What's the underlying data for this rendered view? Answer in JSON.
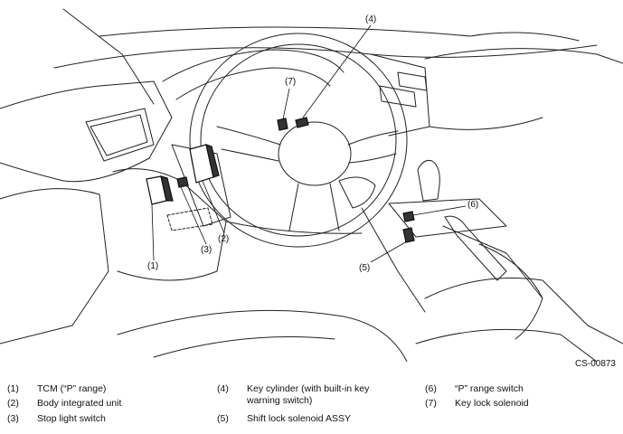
{
  "figure_id": "CS-00873",
  "callouts": [
    "(1)",
    "(2)",
    "(3)",
    "(4)",
    "(5)",
    "(6)",
    "(7)"
  ],
  "legend": [
    {
      "num": "(1)",
      "text": "TCM (“P” range)"
    },
    {
      "num": "(2)",
      "text": "Body integrated unit"
    },
    {
      "num": "(3)",
      "text": "Stop light switch"
    },
    {
      "num": "(4)",
      "text": "Key cylinder (with built-in key warning switch)"
    },
    {
      "num": "(5)",
      "text": "Shift lock solenoid ASSY"
    },
    {
      "num": "(6)",
      "text": "“P” range switch"
    },
    {
      "num": "(7)",
      "text": "Key lock solenoid"
    }
  ]
}
